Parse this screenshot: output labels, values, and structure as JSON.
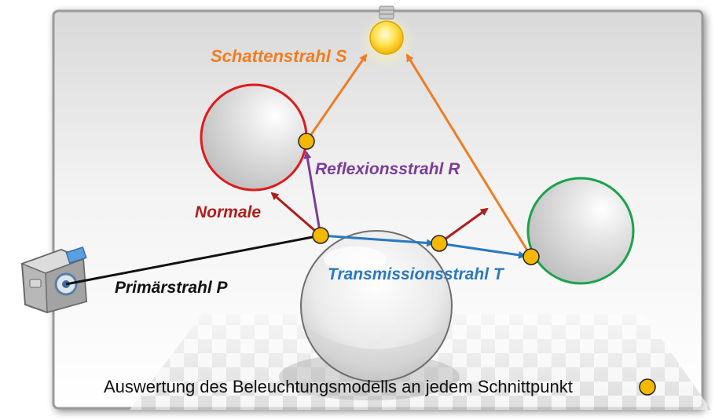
{
  "labels": {
    "shadow_ray": "Schattenstrahl S",
    "reflection_ray": "Reflexionsstrahl R",
    "normal": "Normale",
    "primary_ray": "Primärstrahl P",
    "transmission_ray": "Transmissionsstrahl T"
  },
  "caption": "Auswertung des Beleuchtungsmodells an jedem Schnittpunkt",
  "colors": {
    "shadow": "#f07d21",
    "reflection": "#7a3d9a",
    "normal": "#b11c1c",
    "primary": "#111111",
    "transmission": "#2a78c2",
    "intersection": "#f5b800",
    "sphere_red": "#e0191b",
    "sphere_green": "#1aa34a"
  },
  "icons": [
    "light-bulb-icon",
    "camera-icon",
    "intersection-point-icon"
  ]
}
